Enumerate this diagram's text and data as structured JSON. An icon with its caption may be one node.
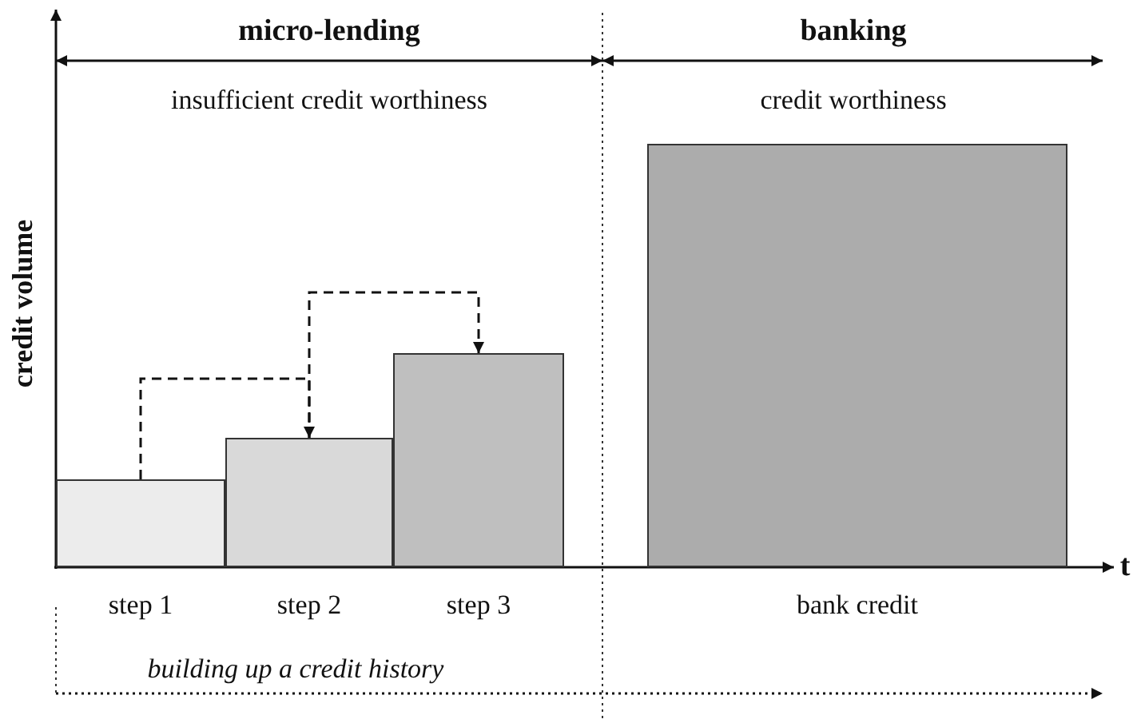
{
  "diagram": {
    "nodes": [
      {
        "text": [],
        "shape": "bar",
        "beside": [
          "step 1"
        ]
      },
      {
        "text": [],
        "shape": "bar",
        "beside": [
          "step 2"
        ]
      },
      {
        "text": [],
        "shape": "bar",
        "beside": [
          "step 3"
        ]
      },
      {
        "text": [],
        "shape": "bar",
        "beside": [
          "bank credit"
        ]
      }
    ],
    "edges": [
      {
        "from": 0,
        "to": 1,
        "arrow": "to",
        "style": "dashed"
      },
      {
        "from": 1,
        "to": 2,
        "arrow": "to",
        "style": "dashed"
      }
    ],
    "labels": [
      "micro-lending",
      "banking",
      "insufficient credit worthiness",
      "credit worthiness",
      "credit volume",
      "t",
      "building up a credit history"
    ]
  }
}
